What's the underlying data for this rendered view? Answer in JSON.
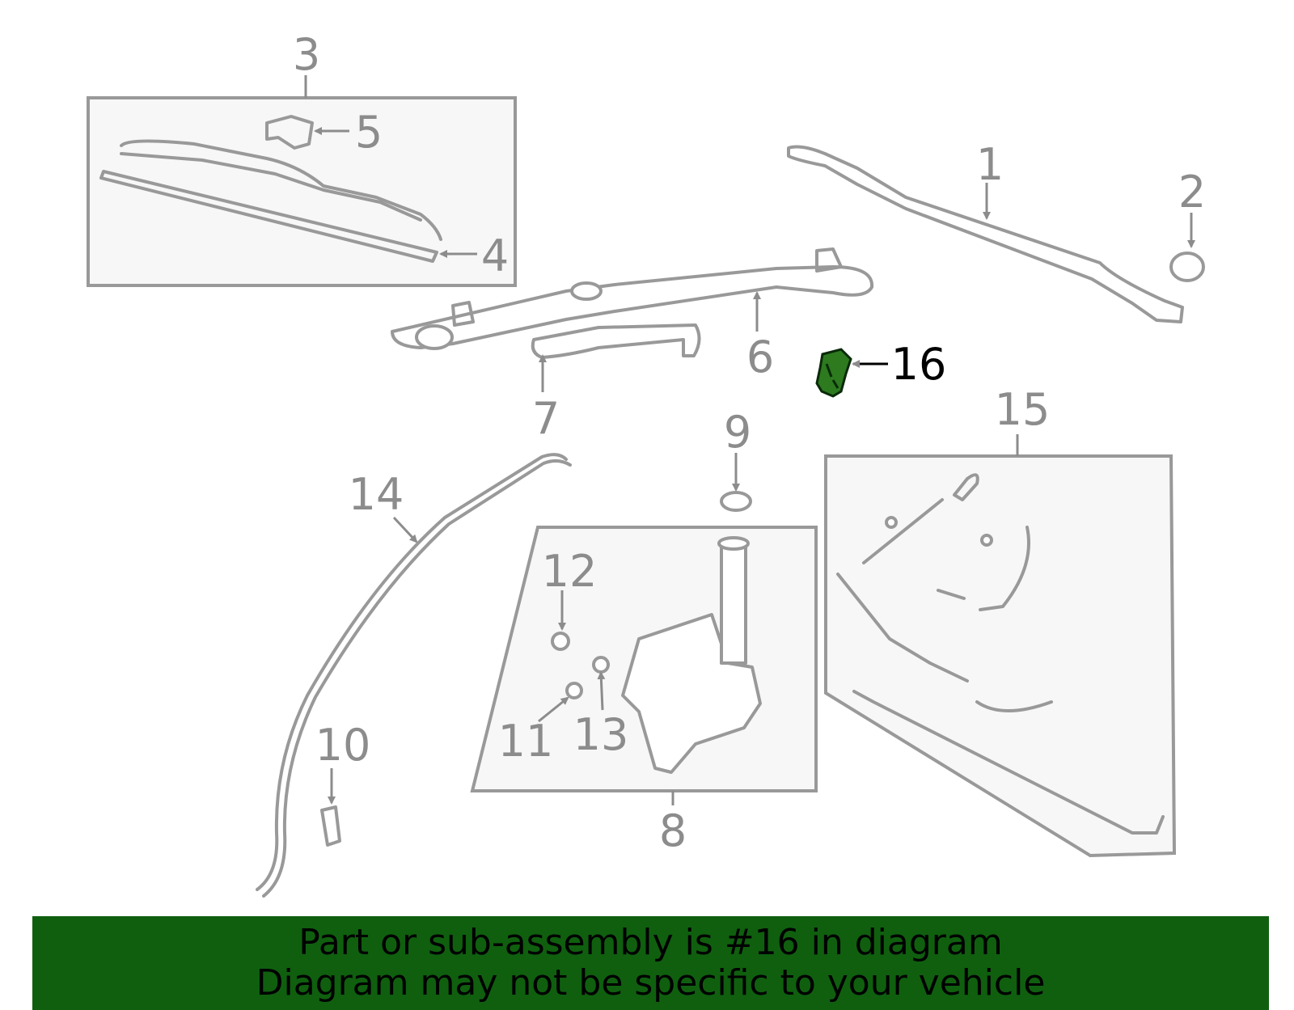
{
  "callouts": {
    "c1": "1",
    "c2": "2",
    "c3": "3",
    "c4": "4",
    "c5": "5",
    "c6": "6",
    "c7": "7",
    "c8": "8",
    "c9": "9",
    "c10": "10",
    "c11": "11",
    "c12": "12",
    "c13": "13",
    "c14": "14",
    "c15": "15",
    "c16": "16"
  },
  "highlighted_part": "16",
  "colors": {
    "highlight": "#2d7a1f",
    "banner": "#0f5f0f",
    "line_art": "#999999",
    "inset_box": "#f7f7f7"
  },
  "banner": {
    "line1": "Part or sub-assembly is #16 in diagram",
    "line2": "Diagram may not be specific to your vehicle"
  }
}
